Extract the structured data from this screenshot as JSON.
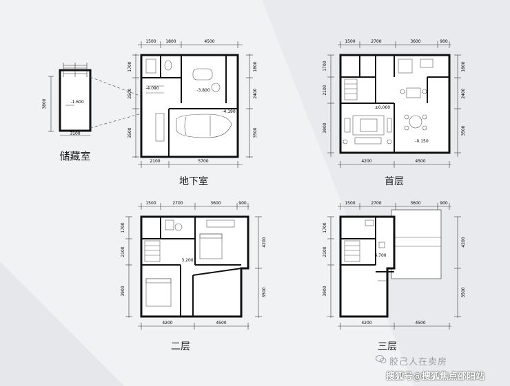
{
  "floors": {
    "basement": {
      "title": "地下室",
      "dims_top": [
        "1500",
        "1800",
        "4500"
      ],
      "dims_bottom": [
        "2100",
        "5700"
      ],
      "dims_right": [
        "1800",
        "2400",
        "3500"
      ],
      "dims_left": [
        "1700",
        "2500",
        "3500"
      ],
      "levels": [
        "-4.090",
        "-3.800",
        "-4.190"
      ]
    },
    "storage": {
      "title": "储藏室",
      "dims_left": [
        "3800"
      ],
      "dims_bottom": [
        "3100"
      ],
      "levels": [
        "-1.600"
      ]
    },
    "ground": {
      "title": "首层",
      "dims_top": [
        "1500",
        "2700",
        "3600",
        "900"
      ],
      "dims_bottom": [
        "4200",
        "4500"
      ],
      "dims_left": [
        "1700",
        "2100",
        "3900"
      ],
      "dims_right": [
        "1800",
        "2400",
        "3500"
      ],
      "levels": [
        "±0.000",
        "-0.150"
      ]
    },
    "second": {
      "title": "二层",
      "dims_top": [
        "1500",
        "2700",
        "3600",
        "900"
      ],
      "dims_bottom": [
        "4200",
        "4500"
      ],
      "dims_left": [
        "1700",
        "2100",
        "3900"
      ],
      "dims_right": [
        "4200",
        "3500"
      ],
      "levels": [
        "3.200"
      ]
    },
    "third": {
      "title": "三层",
      "dims_top": [
        "1500",
        "2700",
        "3600",
        "900"
      ],
      "dims_bottom": [
        "4200",
        "4500"
      ],
      "dims_left": [
        "1700",
        "2100",
        "3900"
      ],
      "dims_right": [
        "4200",
        "3500"
      ],
      "levels": [
        "6.700"
      ]
    }
  },
  "watermark": {
    "line1": "胶己人在卖房",
    "line2": "搜狐号@搜狐焦点邵阳站"
  }
}
